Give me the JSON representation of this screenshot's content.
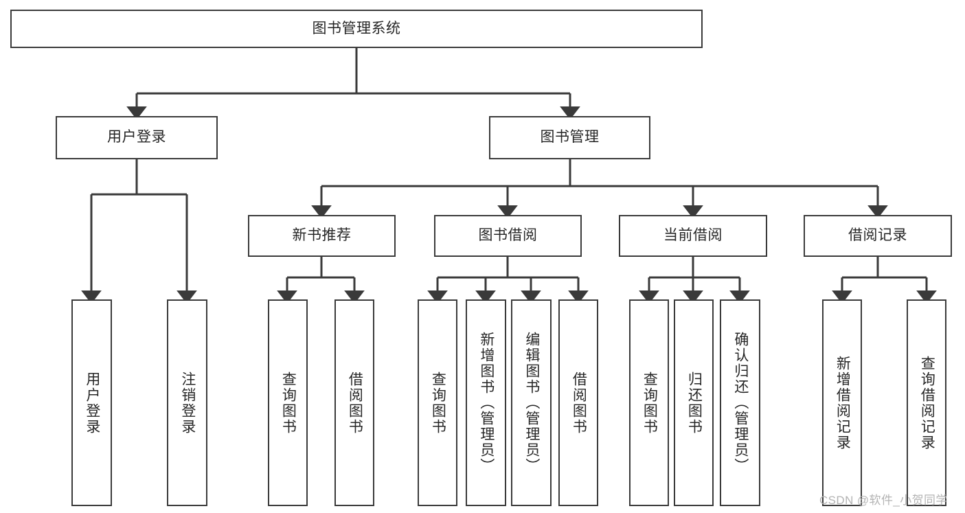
{
  "diagram": {
    "title": "图书管理系统",
    "type": "tree-hierarchy-chart",
    "root": {
      "label": "图书管理系统"
    },
    "level2": [
      {
        "label": "用户登录"
      },
      {
        "label": "图书管理"
      }
    ],
    "level3": [
      {
        "label": "新书推荐"
      },
      {
        "label": "图书借阅"
      },
      {
        "label": "当前借阅"
      },
      {
        "label": "借阅记录"
      }
    ],
    "leaves": {
      "user_login": [
        {
          "label": "用户登录"
        },
        {
          "label": "注销登录"
        }
      ],
      "new_book_recommend": [
        {
          "label": "查询图书"
        },
        {
          "label": "借阅图书"
        }
      ],
      "book_borrow": [
        {
          "label": "查询图书"
        },
        {
          "label": "新增图书（管理员）"
        },
        {
          "label": "编辑图书（管理员）"
        },
        {
          "label": "借阅图书"
        }
      ],
      "current_borrow": [
        {
          "label": "查询图书"
        },
        {
          "label": "归还图书"
        },
        {
          "label": "确认归还（管理员）"
        }
      ],
      "borrow_record": [
        {
          "label": "新增借阅记录"
        },
        {
          "label": "查询借阅记录"
        }
      ]
    }
  },
  "watermark": {
    "text": "CSDN @软件_小贺同学"
  },
  "colors": {
    "box_border": "#3a3a3a",
    "box_fill": "#ffffff",
    "connector": "#3a3a3a",
    "text": "#262626",
    "watermark": "#b3b3b3",
    "background": "#ffffff"
  }
}
